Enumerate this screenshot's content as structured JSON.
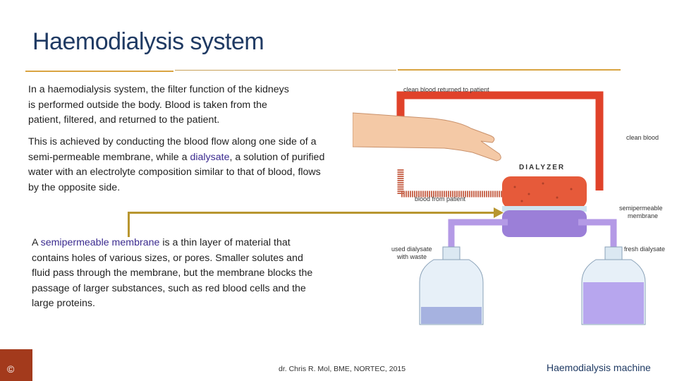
{
  "title": "Haemodialysis system",
  "paragraphs": {
    "p1": "In a haemodialysis system, the filter function of the kidneys is performed outside the body. Blood is taken from the patient, filtered, and returned to the patient.",
    "p2_before": "This is achieved by conducting the blood flow along one side of a semi-permeable membrane, while a ",
    "p2_highlight": "dialysate",
    "p2_after": ", a solution of purified water with an electrolyte composition similar to that of blood, flows by the opposite side.",
    "p3_highlight": "semipermeable membrane",
    "p3_prefix": "A ",
    "p3_after": " is a thin layer of material that contains holes of various sizes, or pores. Smaller solutes and fluid pass through the membrane, but the membrane blocks the passage of larger substances, such as red blood cells and the large proteins."
  },
  "diagram": {
    "labels": {
      "clean_returned": "clean blood returned to patient",
      "clean_blood": "clean blood",
      "dialyzer": "DIALYZER",
      "blood_from_patient": "blood from patient",
      "semipermeable_1": "semipermeable",
      "semipermeable_2": "membrane",
      "used_dialysate_1": "used dialysate",
      "used_dialysate_2": "with waste",
      "fresh_dialysate": "fresh dialysate"
    }
  },
  "footer": {
    "copyright": "©",
    "credit": "dr. Chris R. Mol, BME, NORTEC, 2015",
    "topic": "Haemodialysis machine"
  },
  "colors": {
    "title": "#1f3a63",
    "accent_rule": "#d9a441",
    "highlight": "#3b2b8f",
    "footer_block": "#a33a1c",
    "blood": "#e0422a",
    "dialysate": "#a98be0"
  }
}
